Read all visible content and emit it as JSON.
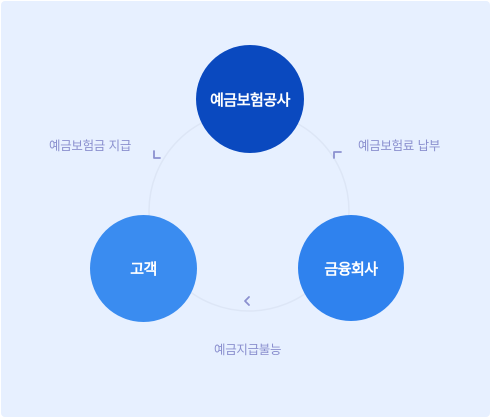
{
  "nodes": {
    "top": "예금보험공사",
    "left": "고객",
    "right": "금융회사"
  },
  "edges": {
    "top_to_left": "예금보험금 지급",
    "right_to_top": "예금보험료 납부",
    "right_to_left": "예금지급불능"
  },
  "colors": {
    "background": "#e7f0ff",
    "top_node": "#0a49bf",
    "left_node": "#3a8cf0",
    "right_node": "#2f82ee",
    "label": "#8b90cf",
    "ring": "#dde6f6"
  }
}
